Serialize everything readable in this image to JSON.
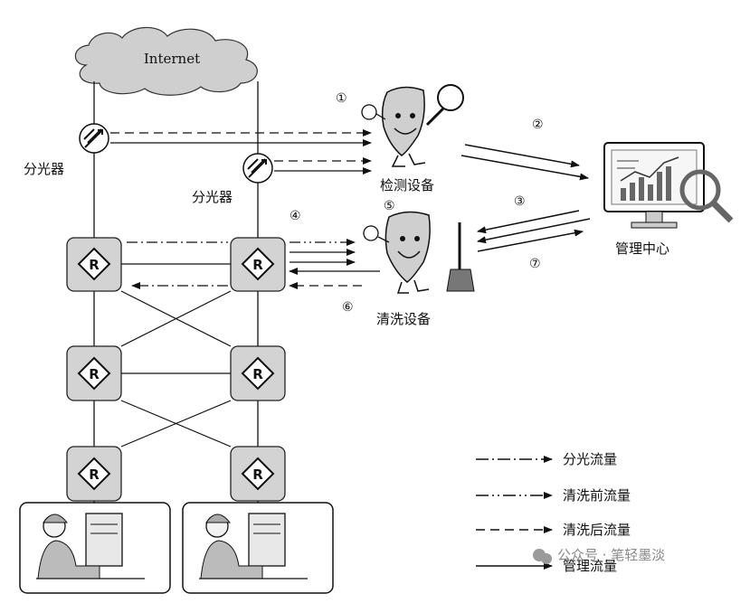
{
  "cloud": {
    "label": "Internet"
  },
  "splitters": {
    "left_label": "分光器",
    "right_label": "分光器"
  },
  "devices": {
    "detect_label": "检测设备",
    "clean_label": "清洗设备",
    "mgmt_label": "管理中心"
  },
  "router_letter": "R",
  "steps": [
    "①",
    "②",
    "③",
    "④",
    "⑤",
    "⑥",
    "⑦"
  ],
  "legend": [
    {
      "label": "分光流量",
      "style": "dash-dot"
    },
    {
      "label": "清洗前流量",
      "style": "dash-dot-dot"
    },
    {
      "label": "清洗后流量",
      "style": "dashed"
    },
    {
      "label": "管理流量",
      "style": "solid"
    }
  ],
  "watermark": "公众号 · 笔轻墨淡",
  "colors": {
    "router_fill": "#d3d3d3",
    "cloud_fill": "#cfcfcf",
    "line": "#111111"
  }
}
